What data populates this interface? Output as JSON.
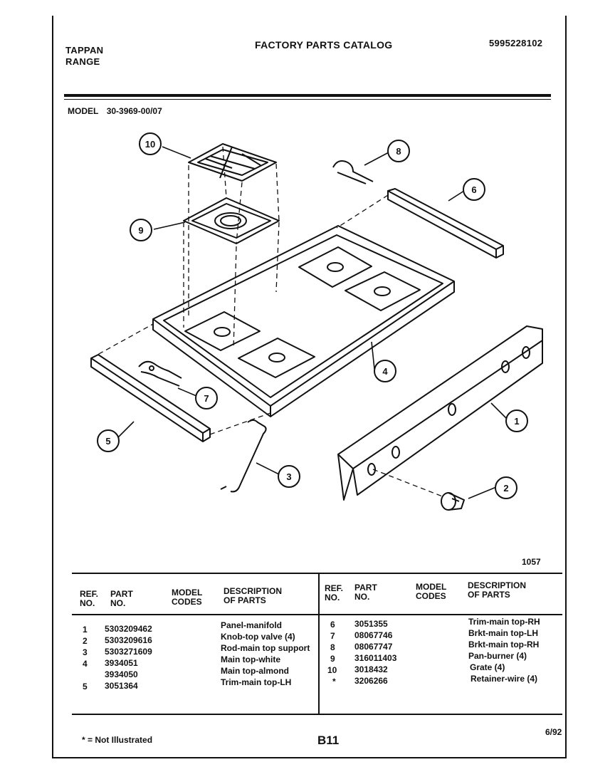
{
  "header": {
    "brand_line1": "TAPPAN",
    "brand_line2": "RANGE",
    "title": "FACTORY PARTS CATALOG",
    "catalog_number": "5995228102"
  },
  "model": {
    "label": "MODEL",
    "value": "30-3969-00/07"
  },
  "diagram": {
    "callouts": [
      "10",
      "8",
      "6",
      "9",
      "4",
      "7",
      "5",
      "3",
      "1",
      "2"
    ],
    "figure_number": "1057"
  },
  "table": {
    "left_headers": {
      "ref_1": "REF.",
      "ref_2": "NO.",
      "part_1": "PART",
      "part_2": "NO.",
      "model_1": "MODEL",
      "model_2": "CODES",
      "desc_1": "DESCRIPTION",
      "desc_2": "OF PARTS"
    },
    "right_headers": {
      "ref_1": "REF.",
      "ref_2": "NO.",
      "part_1": "PART",
      "part_2": "NO.",
      "model_1": "MODEL",
      "model_2": "CODES",
      "desc_1": "DESCRIPTION",
      "desc_2": "OF PARTS"
    },
    "left_rows": [
      {
        "ref": "1",
        "part": "5303209462",
        "desc": "Panel-manifold"
      },
      {
        "ref": "2",
        "part": "5303209616",
        "desc": "Knob-top valve (4)"
      },
      {
        "ref": "3",
        "part": "5303271609",
        "desc": "Rod-main top support"
      },
      {
        "ref": "4",
        "part": "3934051",
        "desc": "Main top-white"
      },
      {
        "ref": "",
        "part": "3934050",
        "desc": "Main top-almond"
      },
      {
        "ref": "5",
        "part": "3051364",
        "desc": "Trim-main top-LH"
      }
    ],
    "right_rows": [
      {
        "ref": "6",
        "part": "3051355",
        "desc": "Trim-main top-RH"
      },
      {
        "ref": "7",
        "part": "08067746",
        "desc": "Brkt-main top-LH"
      },
      {
        "ref": "8",
        "part": "08067747",
        "desc": "Brkt-main top-RH"
      },
      {
        "ref": "9",
        "part": "316011403",
        "desc": "Pan-burner (4)"
      },
      {
        "ref": "10",
        "part": "3018432",
        "desc": "Grate (4)"
      },
      {
        "ref": "*",
        "part": "3206266",
        "desc": "Retainer-wire (4)"
      }
    ]
  },
  "footer": {
    "note": "* = Not Illustrated",
    "page_code": "B11",
    "date": "6/92"
  }
}
